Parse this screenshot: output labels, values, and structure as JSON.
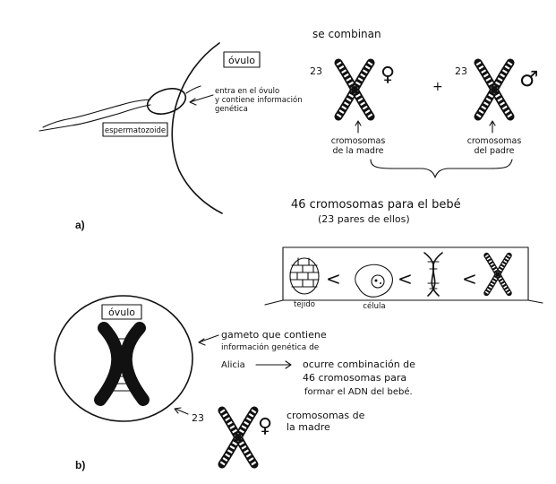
{
  "panel_a": {
    "label": "a)",
    "ovulo_label": "óvulo",
    "sperm_label": "espermatozoide",
    "entry_note": [
      "entra en el óvulo",
      "y contiene información",
      "genética"
    ],
    "combine_title": "se combinan",
    "mother_count": "23",
    "father_count": "23",
    "plus": "+",
    "mother_caption": [
      "cromosomas",
      "de la madre"
    ],
    "father_caption": [
      "cromosomas",
      "del padre"
    ],
    "result_line1": "46 cromosomas para el bebé",
    "result_line2": "(23 pares de ellos)",
    "scale_labels": {
      "tissue": "tejido",
      "cell": "célula"
    },
    "scale_sign": "<",
    "female_symbol": "♀",
    "male_symbol": "♂"
  },
  "panel_b": {
    "label": "b)",
    "ovulo_label": "óvulo",
    "gamete_note": [
      "gameto que contiene",
      "información genética de",
      "Alicia"
    ],
    "combination_note": [
      "ocurre combinación de",
      "46 cromosomas para",
      "formar el ADN del bebé."
    ],
    "mother_count": "23",
    "mother_caption": [
      "cromosomas de",
      "la madre"
    ],
    "female_symbol": "♀"
  }
}
